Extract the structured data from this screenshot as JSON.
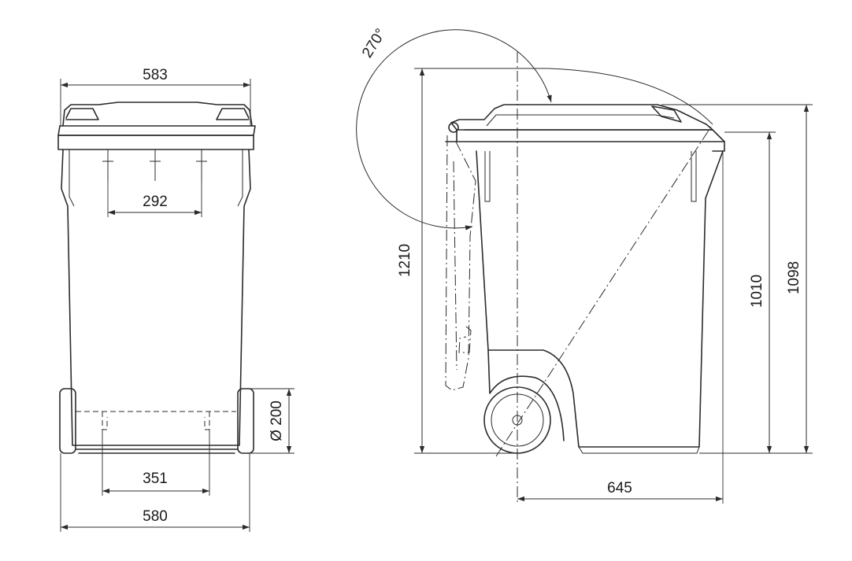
{
  "dimensions": {
    "front_lid_width": "583",
    "front_handle_span": "292",
    "front_wheel_span": "351",
    "front_base_width": "580",
    "wheel_diameter": "Ø 200",
    "open_lid_height": "1210",
    "body_height": "1010",
    "closed_height": "1098",
    "depth": "645",
    "lid_rotation": "270°"
  }
}
